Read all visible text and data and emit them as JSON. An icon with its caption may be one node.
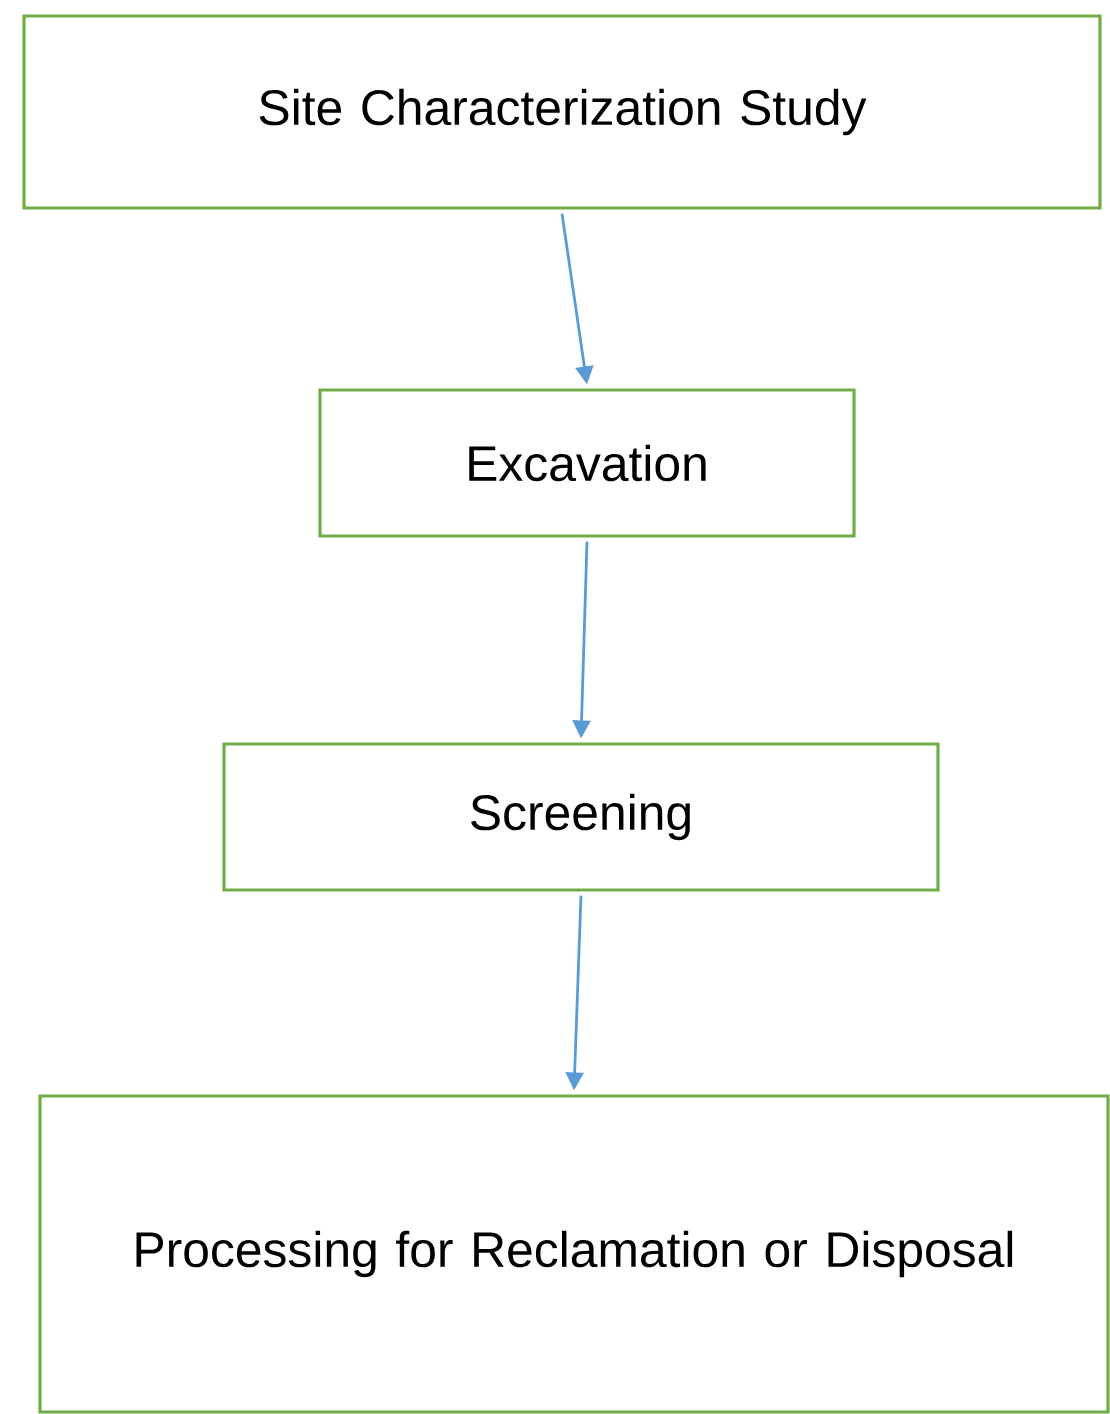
{
  "diagram": {
    "nodes": [
      {
        "text": [
          "Site Characterization Study"
        ]
      },
      {
        "text": [
          "Excavation"
        ]
      },
      {
        "text": [
          "Screening"
        ]
      },
      {
        "text": [
          "Processing for Reclamation or Disposal"
        ]
      }
    ],
    "edges": [
      {
        "from": 0,
        "to": 1,
        "arrow": "to"
      },
      {
        "from": 1,
        "to": 2,
        "arrow": "to"
      },
      {
        "from": 2,
        "to": 3,
        "arrow": "to"
      }
    ]
  }
}
